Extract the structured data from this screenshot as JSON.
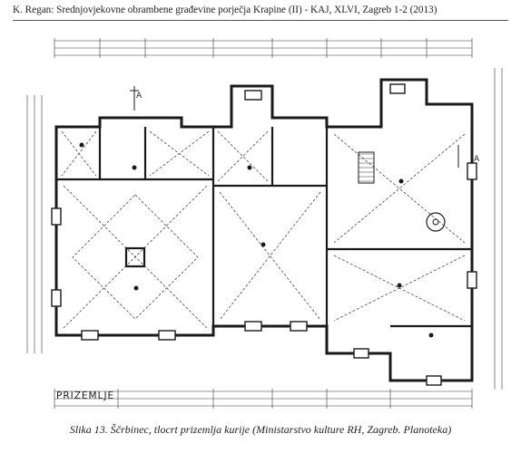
{
  "header": {
    "text": "K. Regan: Srednjovjekovne obrambene građevine porječja Krapine (II) - KAJ, XLVI, Zagreb 1-2 (2013)"
  },
  "plan": {
    "floor_label": "PRIZEMLJE",
    "section_left": "A",
    "section_right": "A"
  },
  "caption": {
    "text": "Slika 13. Ščrbinec, tlocrt prizemlja kurije (Ministarstvo kulture RH, Zagreb. Planoteka)"
  }
}
